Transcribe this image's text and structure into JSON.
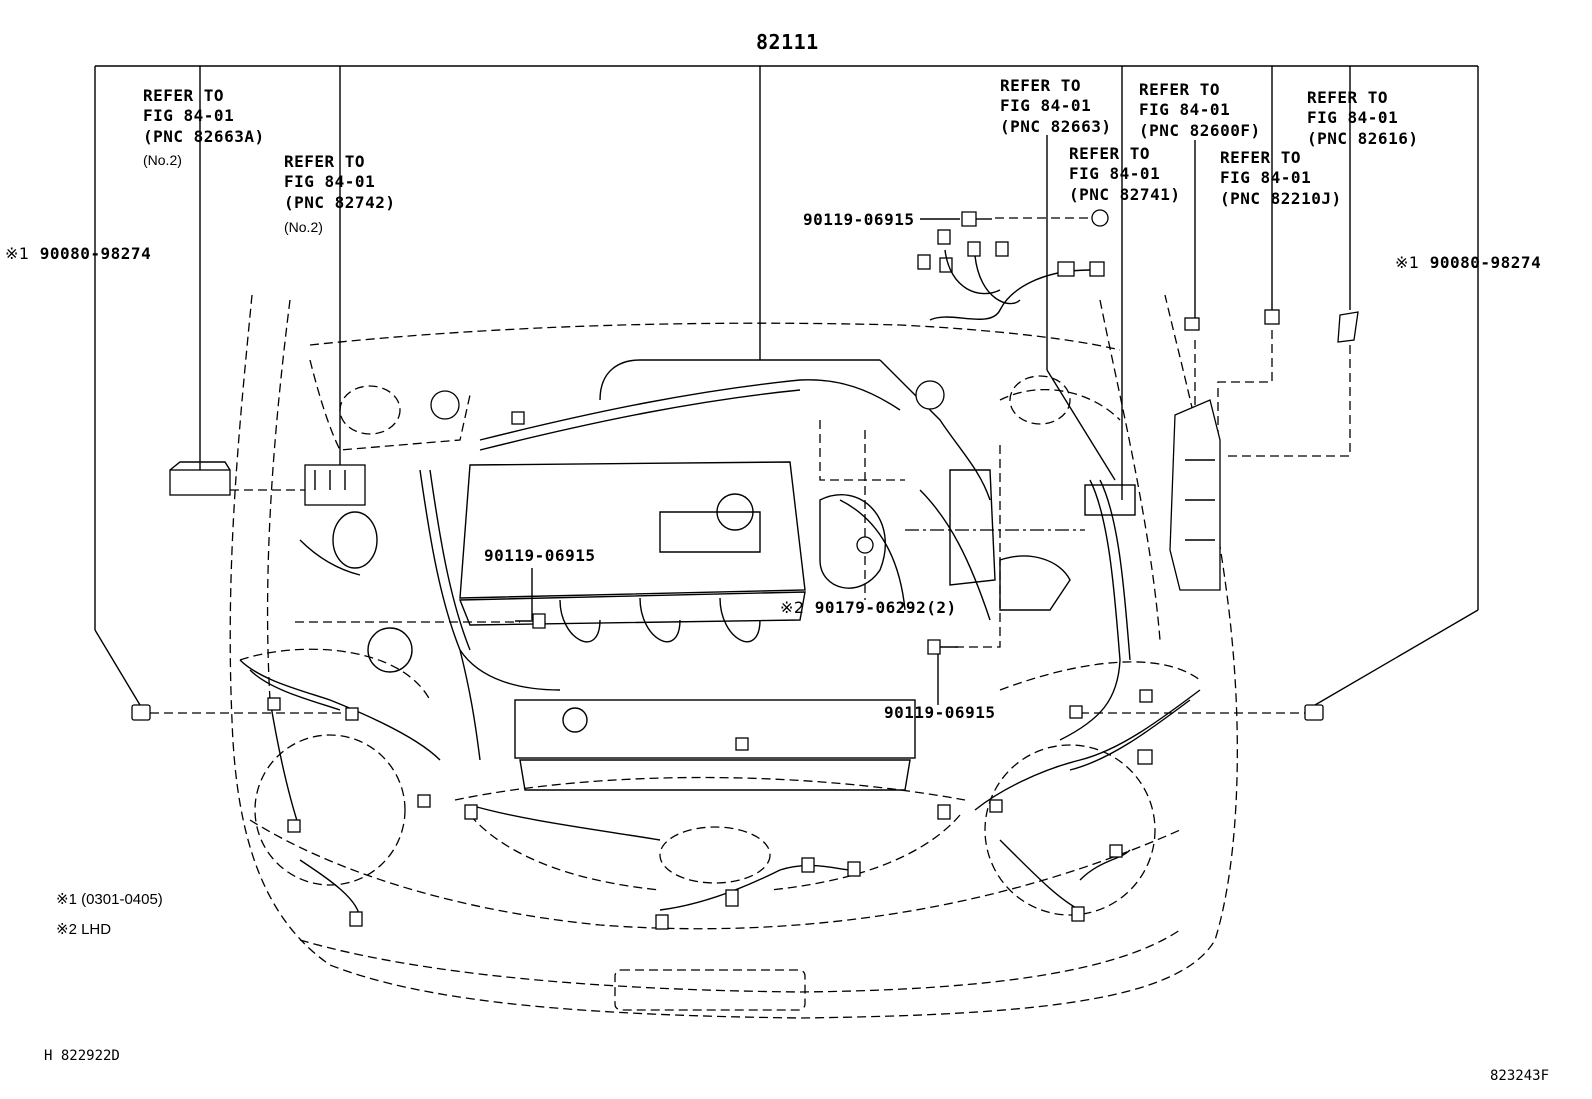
{
  "main_part_number": "82111",
  "references": [
    {
      "id": "ref-82663a",
      "line1": "REFER TO",
      "line2": "FIG 84-01",
      "line3": "(PNC 82663A)",
      "note": "(No.2)"
    },
    {
      "id": "ref-82742",
      "line1": "REFER TO",
      "line2": "FIG 84-01",
      "line3": "(PNC 82742)",
      "note": "(No.2)"
    },
    {
      "id": "ref-82663",
      "line1": "REFER TO",
      "line2": "FIG 84-01",
      "line3": "(PNC 82663)"
    },
    {
      "id": "ref-82600f",
      "line1": "REFER TO",
      "line2": "FIG 84-01",
      "line3": "(PNC 82600F)"
    },
    {
      "id": "ref-82741",
      "line1": "REFER TO",
      "line2": "FIG 84-01",
      "line3": "(PNC 82741)"
    },
    {
      "id": "ref-82210j",
      "line1": "REFER TO",
      "line2": "FIG 84-01",
      "line3": "(PNC 82210J)"
    },
    {
      "id": "ref-82616",
      "line1": "REFER TO",
      "line2": "FIG 84-01",
      "line3": "(PNC 82616)"
    }
  ],
  "parts": {
    "clamp_left": {
      "mark": "※1",
      "number": "90080-98274"
    },
    "clamp_right": {
      "mark": "※1",
      "number": "90080-98274"
    },
    "bolt_top": {
      "number": "90119-06915"
    },
    "bolt_engine": {
      "number": "90119-06915"
    },
    "bolt_lower": {
      "number": "90119-06915"
    },
    "bolt_lhd": {
      "mark": "※2",
      "number": "90179-06292(2)"
    }
  },
  "notes": {
    "note1": "※1 (0301-0405)",
    "note2": "※2 LHD"
  },
  "footer": {
    "left_code": "H 822922D",
    "right_code": "823243F"
  }
}
